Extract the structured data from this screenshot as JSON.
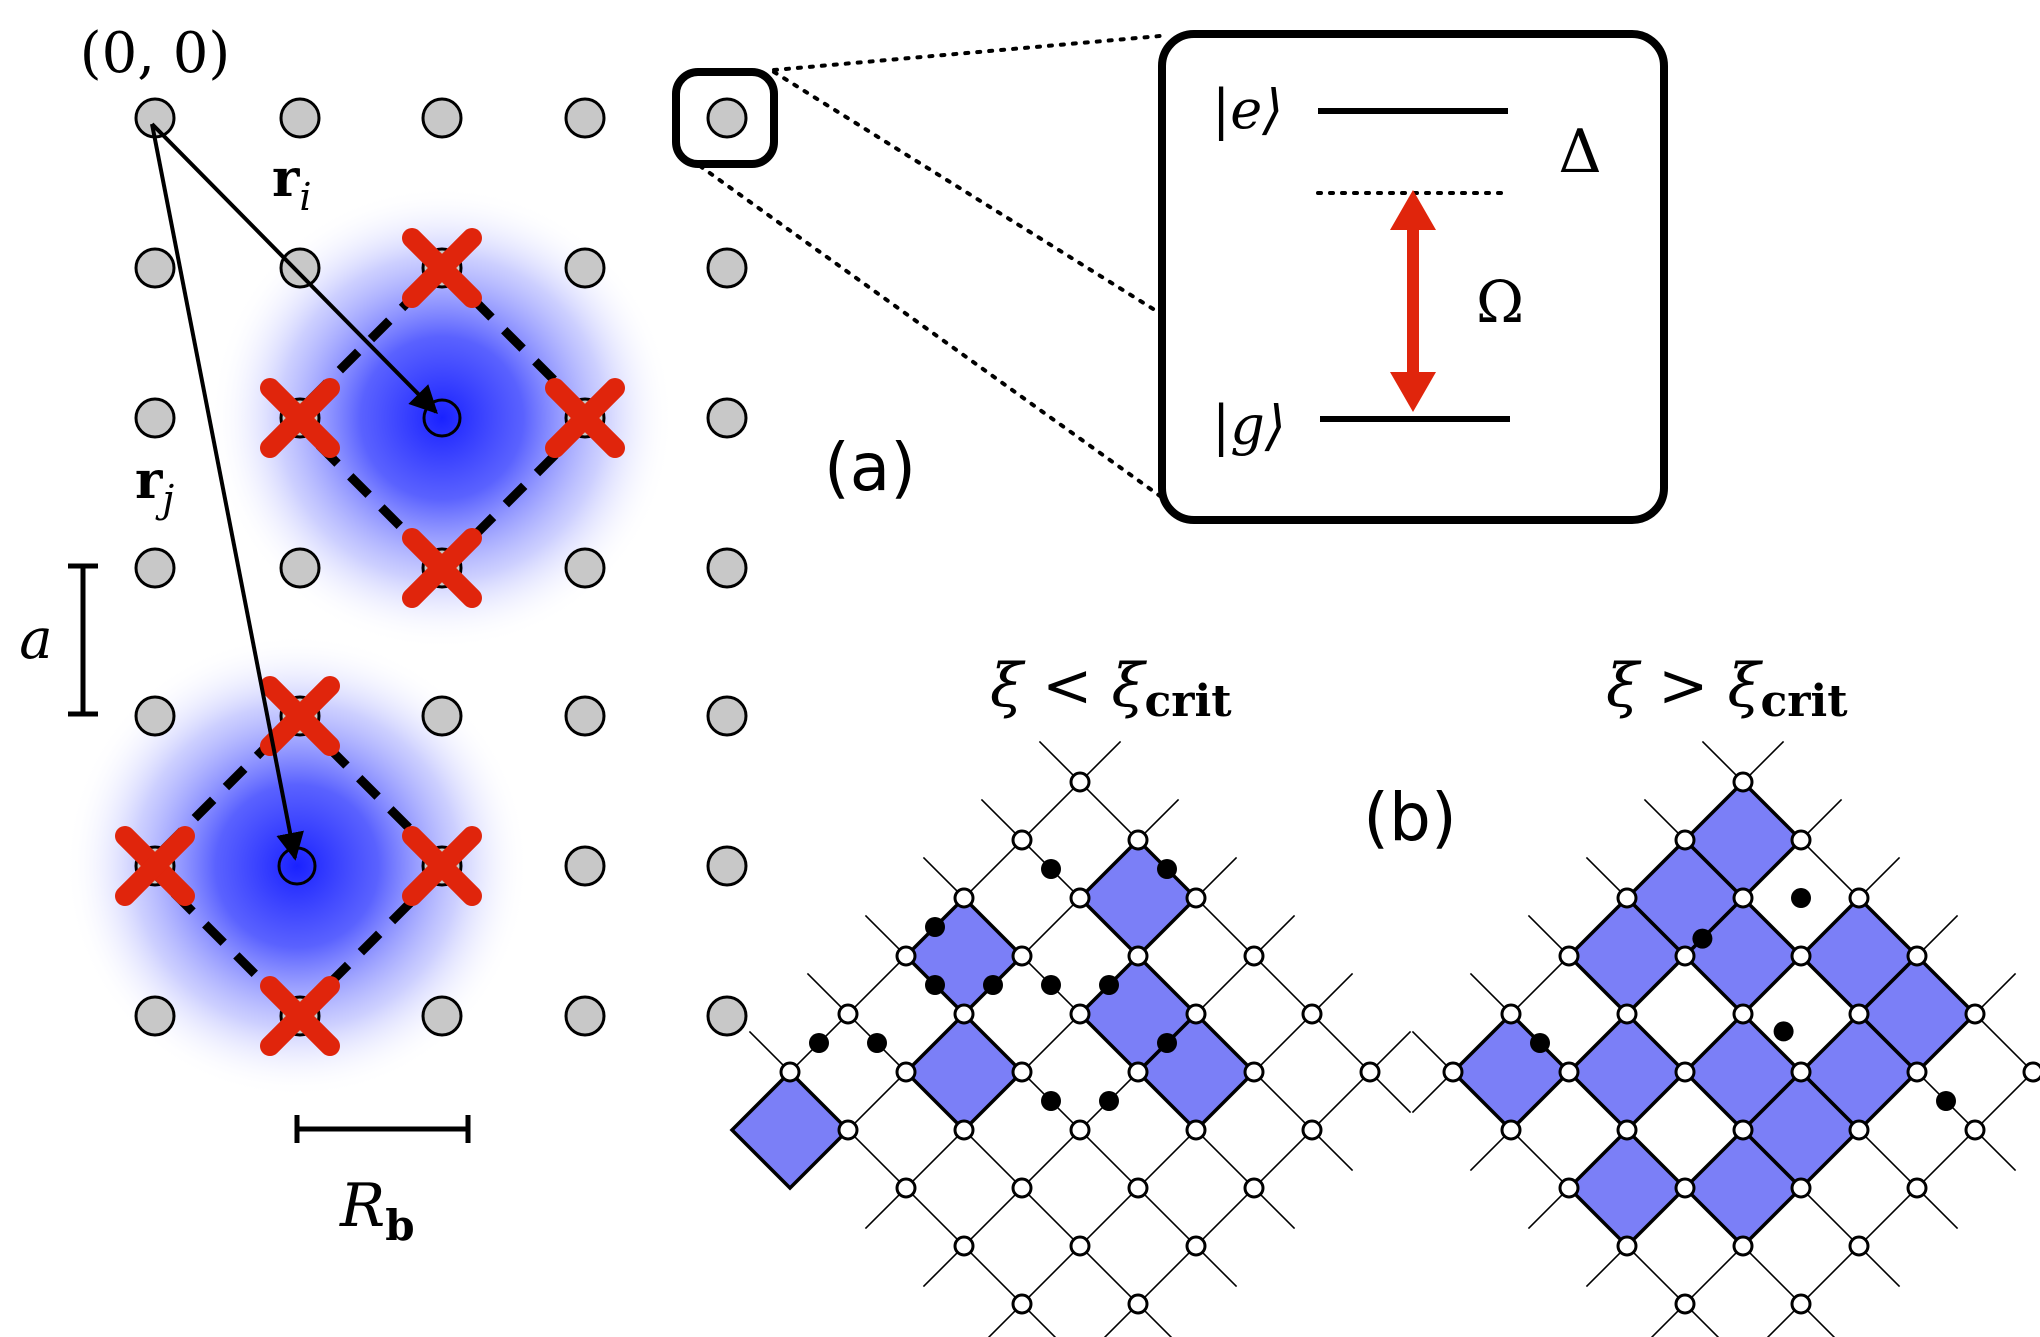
{
  "panel_a": {
    "label": "(a)",
    "origin_label": "(0, 0)",
    "vector_i_label": "r",
    "vector_i_sub": "i",
    "vector_j_label": "r",
    "vector_j_sub": "j",
    "spacing_label": "a",
    "blockade_label": "R",
    "blockade_sub": "b",
    "lattice": {
      "rows": 7,
      "cols": 5
    },
    "inset": {
      "excited_label": "|e⟩",
      "ground_label": "|g⟩",
      "detuning_label": "Δ",
      "rabi_label": "Ω"
    }
  },
  "panel_b": {
    "label": "(b)",
    "left_title": "ξ < ξ",
    "left_title_sub": "crit",
    "right_title": "ξ > ξ",
    "right_title_sub": "crit"
  },
  "colors": {
    "site_fill": "#c8c8c8",
    "blockade_blue": "#2430ff",
    "plaquette_fill": "#7b7ff7",
    "cross_red": "#e0250c",
    "arrow_red": "#e0250c",
    "ink": "#000000"
  }
}
